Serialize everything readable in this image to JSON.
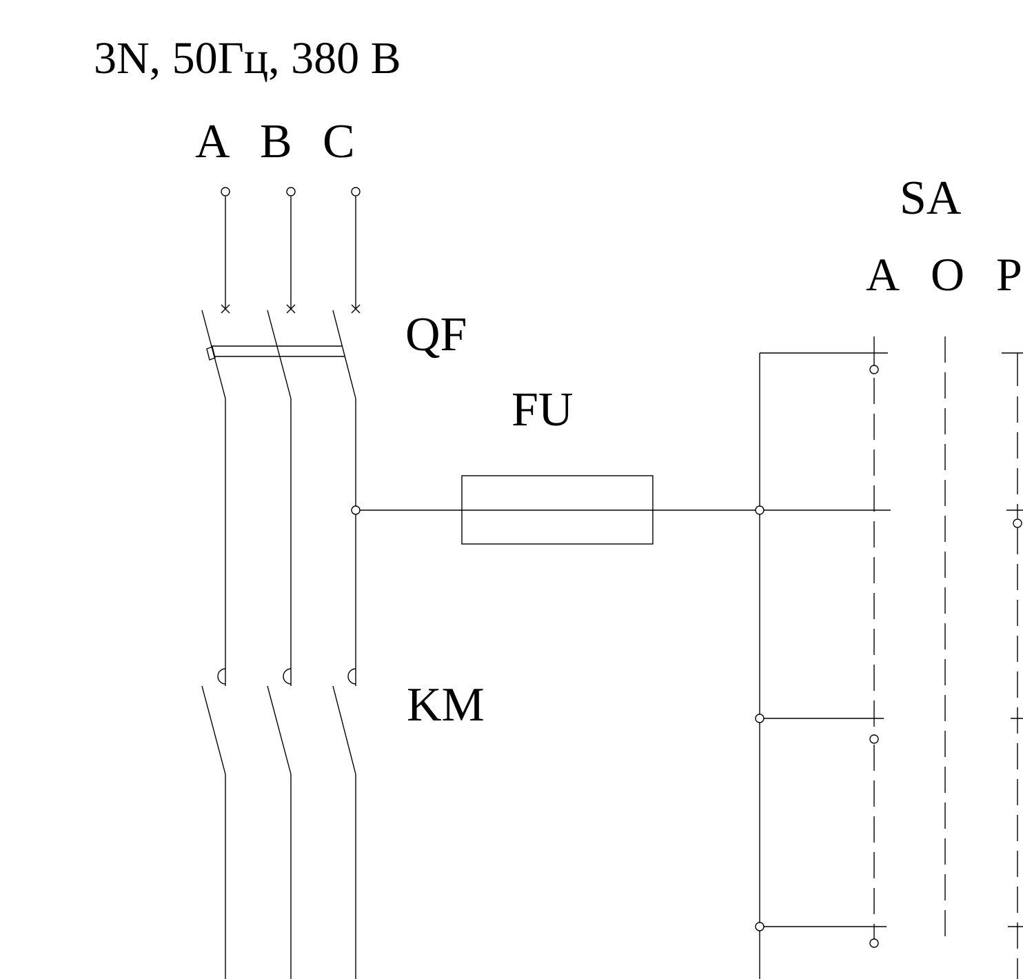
{
  "supply": {
    "title": "3N, 50Гц, 380 В",
    "phases": [
      "A",
      "B",
      "C"
    ]
  },
  "labels": {
    "breaker": "QF",
    "fuse": "FU",
    "contactor": "KM",
    "switch": "SA"
  },
  "switch_positions": [
    "A",
    "O",
    "P"
  ],
  "colors": {
    "line": "#000000",
    "background": "#ffffff"
  }
}
